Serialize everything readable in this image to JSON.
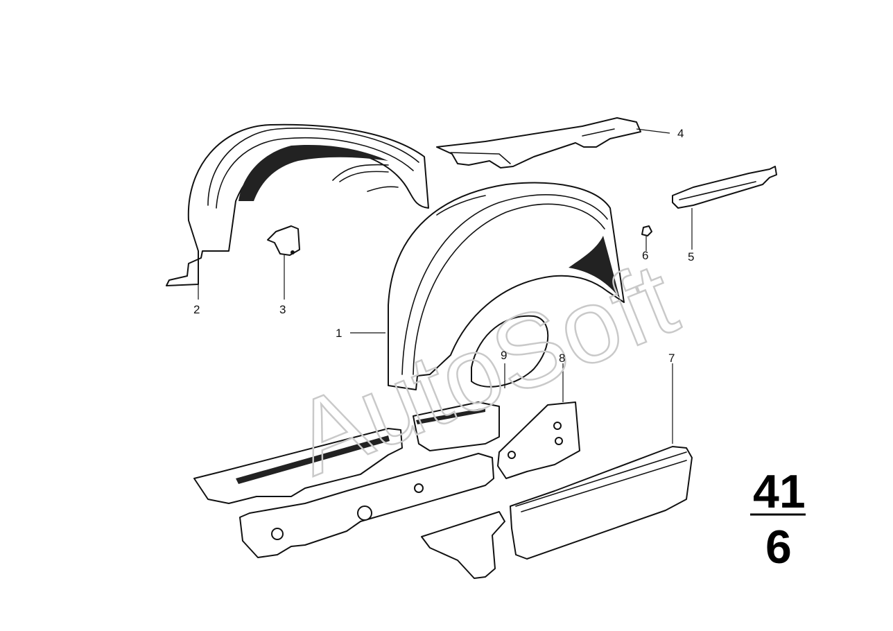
{
  "watermark": {
    "text": "AutoSoft"
  },
  "callouts": [
    "1",
    "2",
    "3",
    "4",
    "5",
    "6",
    "7",
    "8",
    "9"
  ],
  "section_number": {
    "top": "41",
    "bottom": "6"
  }
}
